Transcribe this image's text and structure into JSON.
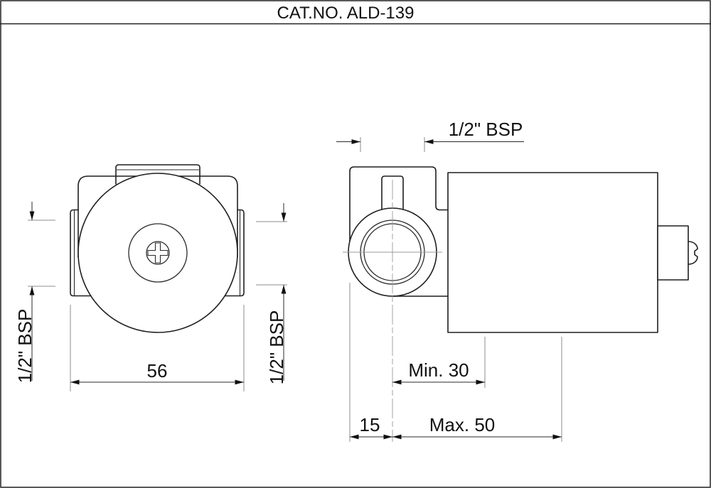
{
  "title": "CAT.NO. ALD-139",
  "drawing": {
    "type": "engineering-drawing",
    "front_view": {
      "width_dim": "56",
      "left_port_thread": "1/2\" BSP",
      "right_port_thread": "1/2\" BSP"
    },
    "side_view": {
      "port_thread": "1/2\" BSP",
      "axis_offset": "15",
      "min_depth": "Min. 30",
      "max_depth": "Max. 50"
    },
    "colors": {
      "line": "#1f1f1f",
      "extension_line": "#8c8c8c",
      "background": "#ffffff"
    }
  }
}
